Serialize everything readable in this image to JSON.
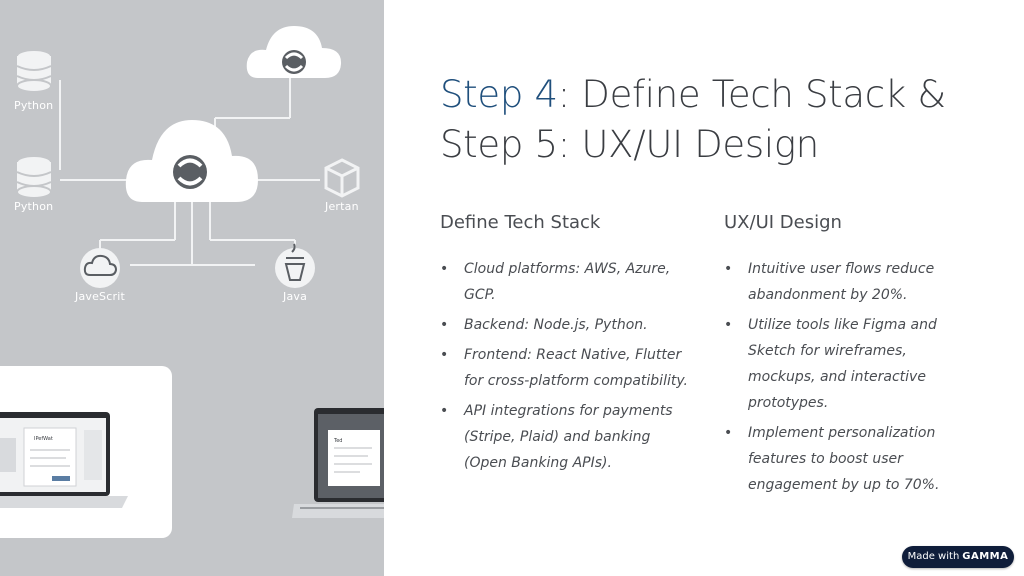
{
  "illustration": {
    "nodes": {
      "python_top": "Python",
      "python_mid": "Python",
      "jertan": "Jertan",
      "javascript": "JaveScrit",
      "java": "Java"
    },
    "laptop_screen_text_left": "IPefWat",
    "laptop_screen_text_right": "Ted"
  },
  "slide": {
    "title_accent": "Step 4",
    "title_rest": ": Define Tech Stack & Step 5: UX/UI Design",
    "left_column": {
      "heading": "Define Tech Stack",
      "bullets": [
        "Cloud platforms: AWS, Azure, GCP.",
        "Backend: Node.js, Python.",
        "Frontend: React Native, Flutter for cross-platform compatibility.",
        "API integrations for payments (Stripe, Plaid) and banking (Open Banking APIs)."
      ]
    },
    "right_column": {
      "heading": "UX/UI Design",
      "bullets": [
        "Intuitive user flows reduce abandonment by 20%.",
        "Utilize tools like Figma and Sketch for wireframes, mockups, and interactive prototypes.",
        "Implement personalization features to boost user engagement by up to 70%."
      ]
    },
    "bullet_char": "•"
  },
  "badge": {
    "prefix": "Made with",
    "brand": "GAMMA"
  },
  "colors": {
    "accent": "#1f4f7c",
    "left_panel_bg": "#c4c6c9",
    "badge_bg": "#0f1d3a",
    "text": "#4a4d52"
  }
}
